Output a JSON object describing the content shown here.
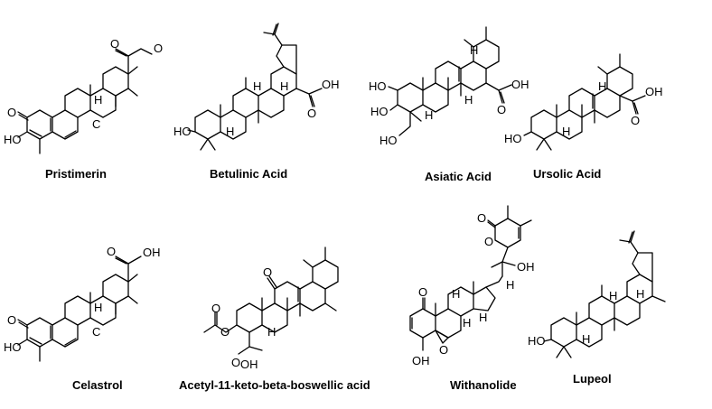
{
  "compounds": [
    {
      "name": "Pristimerin"
    },
    {
      "name": "Betulinic Acid"
    },
    {
      "name": "Asiatic Acid"
    },
    {
      "name": "Ursolic Acid"
    },
    {
      "name": "Celastrol"
    },
    {
      "name": "Acetyl-11-keto-beta-boswellic acid"
    },
    {
      "name": "Withanolide"
    },
    {
      "name": "Lupeol"
    }
  ],
  "atom_labels": {
    "O": "O",
    "OH": "OH",
    "HO": "HO",
    "H": "H",
    "C": "C"
  }
}
